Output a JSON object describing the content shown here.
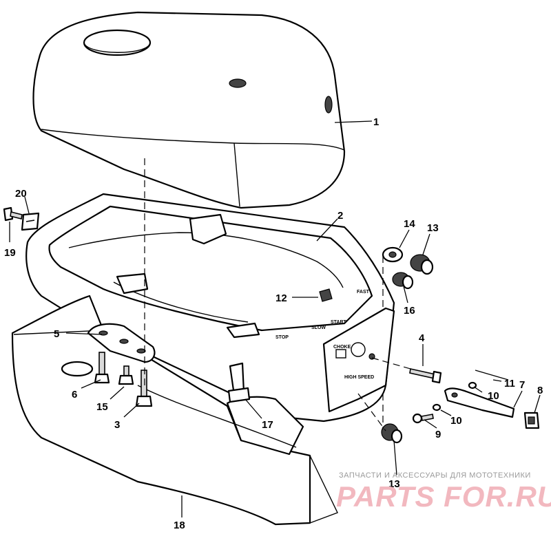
{
  "callouts": [
    {
      "id": "1",
      "label": "1"
    },
    {
      "id": "2",
      "label": "2"
    },
    {
      "id": "3",
      "label": "3"
    },
    {
      "id": "4",
      "label": "4"
    },
    {
      "id": "5",
      "label": "5"
    },
    {
      "id": "6",
      "label": "6"
    },
    {
      "id": "7",
      "label": "7"
    },
    {
      "id": "8",
      "label": "8"
    },
    {
      "id": "9",
      "label": "9"
    },
    {
      "id": "10a",
      "label": "10"
    },
    {
      "id": "10b",
      "label": "10"
    },
    {
      "id": "11",
      "label": "11"
    },
    {
      "id": "12",
      "label": "12"
    },
    {
      "id": "13a",
      "label": "13"
    },
    {
      "id": "13b",
      "label": "13"
    },
    {
      "id": "14",
      "label": "14"
    },
    {
      "id": "15",
      "label": "15"
    },
    {
      "id": "16",
      "label": "16"
    },
    {
      "id": "17",
      "label": "17"
    },
    {
      "id": "18",
      "label": "18"
    },
    {
      "id": "19",
      "label": "19"
    },
    {
      "id": "20",
      "label": "20"
    }
  ],
  "panel_labels": {
    "slow": "SLOW",
    "start": "START",
    "stop": "STOP",
    "fast": "FAST",
    "choke": "CHOKE",
    "high_speed": "HIGH SPEED"
  },
  "watermark": {
    "tagline": "ЗАПЧАСТИ И АКСЕССУАРЫ ДЛЯ МОТОТЕХНИКИ",
    "logo": "PARTS FOR.RU"
  }
}
